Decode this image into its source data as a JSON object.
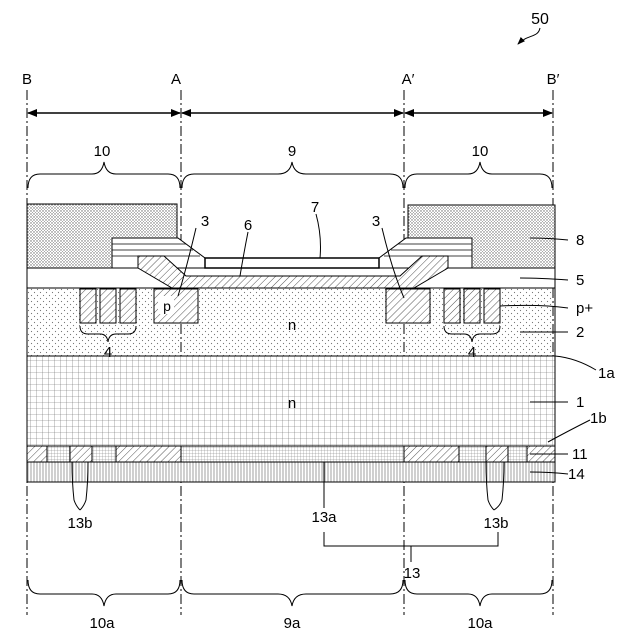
{
  "figure_number": "50",
  "section_labels": {
    "B": "B",
    "A": "A",
    "A_prime": "A′",
    "B_prime": "B′"
  },
  "region_labels": {
    "left_termination": "10",
    "active": "9",
    "right_termination": "10",
    "left_termination_bottom": "10a",
    "active_bottom": "9a",
    "right_termination_bottom": "10a"
  },
  "layer_labels": {
    "top_electrode": "7",
    "gate_oxide": "6",
    "left_p_region": "3",
    "right_p_region": "3",
    "passivation": "8",
    "field_insulator": "5",
    "guard_rings_type": "p+",
    "epi_layer": "2",
    "left_guard_rings": "4",
    "right_guard_rings": "4",
    "epi_surface": "1a",
    "substrate": "1",
    "substrate_back": "1b",
    "back_layer": "11",
    "back_electrode": "14",
    "p_type_label": "p",
    "epi_type_label": "n",
    "substrate_type_label": "n",
    "back_contact_active": "13a",
    "left_back_contact": "13b",
    "right_back_contact": "13b",
    "back_contact_group": "13"
  }
}
